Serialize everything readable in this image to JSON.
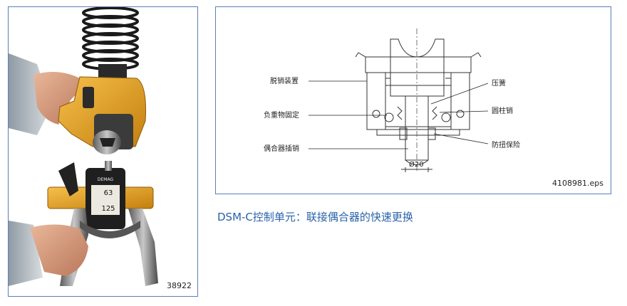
{
  "photo": {
    "id": "38922"
  },
  "diagram": {
    "labels": {
      "release_device": "脱销装置",
      "load_lock": "负重物固定",
      "coupler_pin": "偶合器插销",
      "spring": "压簧",
      "cylinder_pin": "圆柱销",
      "anti_twist": "防扭保险",
      "diameter": "Ø20"
    },
    "file_id": "4108981.eps"
  },
  "photo_texts": {
    "brand": "DEMAG",
    "value_top": "63",
    "value_bottom": "125"
  },
  "caption": "DSM-C控制单元：联接偶合器的快速更换",
  "colors": {
    "frame": "#5b7fb5",
    "caption": "#2a62a8",
    "housing": "#e8a21c"
  }
}
